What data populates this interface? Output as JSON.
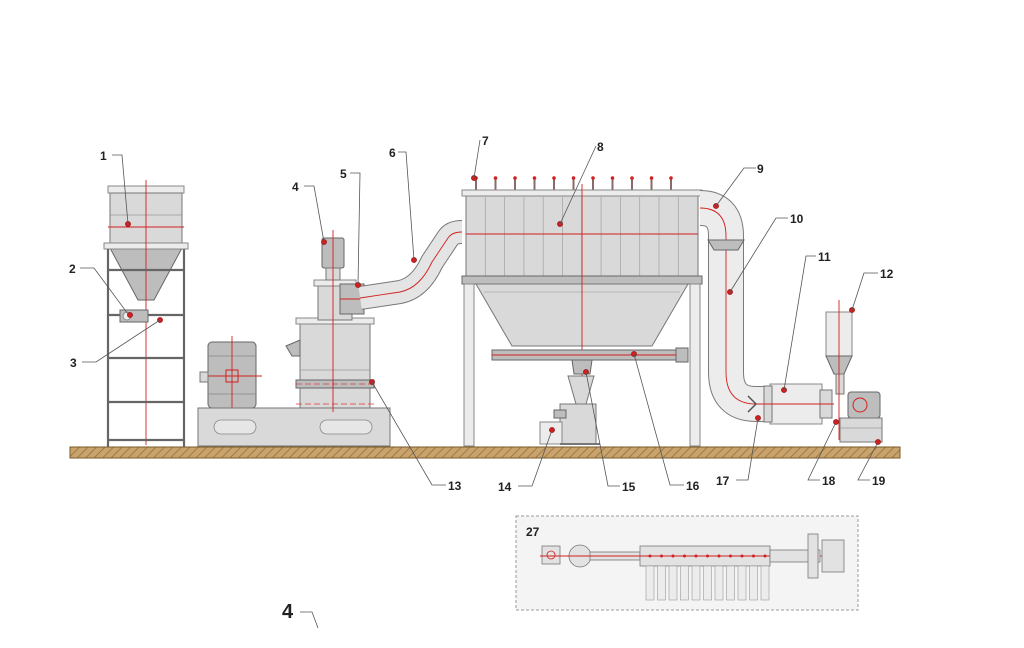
{
  "callouts": [
    {
      "id": "1",
      "text": "1"
    },
    {
      "id": "2",
      "text": "2"
    },
    {
      "id": "3",
      "text": "3"
    },
    {
      "id": "4",
      "text": "4"
    },
    {
      "id": "5",
      "text": "5"
    },
    {
      "id": "6",
      "text": "6"
    },
    {
      "id": "7",
      "text": "7"
    },
    {
      "id": "8",
      "text": "8"
    },
    {
      "id": "9",
      "text": "9"
    },
    {
      "id": "10",
      "text": "10"
    },
    {
      "id": "11",
      "text": "11"
    },
    {
      "id": "12",
      "text": "12"
    },
    {
      "id": "13",
      "text": "13"
    },
    {
      "id": "14",
      "text": "14"
    },
    {
      "id": "15",
      "text": "15"
    },
    {
      "id": "16",
      "text": "16"
    },
    {
      "id": "17",
      "text": "17"
    },
    {
      "id": "18",
      "text": "18"
    },
    {
      "id": "19",
      "text": "19"
    }
  ],
  "inset": {
    "label": "27"
  },
  "figure_label": "4",
  "colors": {
    "marker": "#d21f1f",
    "steel": "#d9d9d9",
    "ground": "#b08a55",
    "inset_border": "#9a9a9a"
  }
}
